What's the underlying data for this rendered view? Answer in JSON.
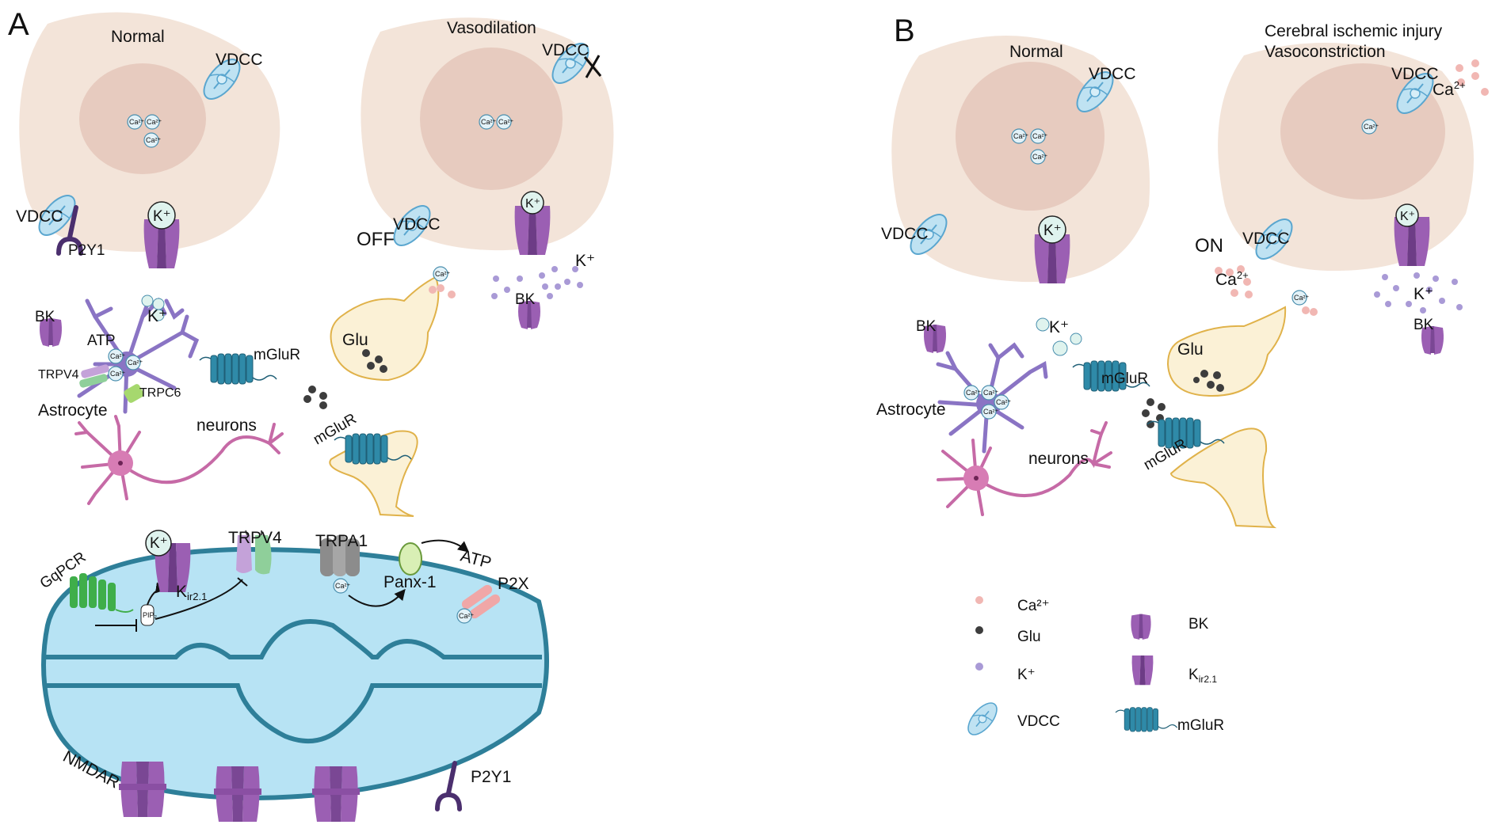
{
  "colors": {
    "cell_outer": "#f3e4d9",
    "cell_inner": "#e7cbbf",
    "vdcc_fill": "#bfe2f2",
    "vdcc_stroke": "#5aa6cf",
    "channel_purple": "#9b5fb3",
    "channel_dark": "#6d3c86",
    "astro_purple": "#8a74c4",
    "neuron_pink": "#c66aa6",
    "bouton_fill": "#fbf1d6",
    "bouton_stroke": "#e0b24a",
    "mglur_teal": "#2f8aa8",
    "mglur_dark": "#1f5f76",
    "glu_dot": "#3d3d3d",
    "k_dot": "#a99ad6",
    "ca_dot": "#f1b7b3",
    "endo_fill": "#b7e3f4",
    "endo_stroke": "#2e7f99",
    "gpcr_green": "#3fae4a",
    "trpv4_purple": "#c4a2d9",
    "trpv4_green": "#8fcf9a",
    "trpa1_gray": "#8c8c8c",
    "panx_green": "#d9efb5",
    "p2x_pink": "#f0a7a7",
    "p2y1_dark": "#4b2f6e"
  },
  "panel_a": {
    "letter": "A",
    "normal": {
      "title": "Normal",
      "vdcc_top": "VDCC",
      "vdcc_left": "VDCC",
      "p2y1": "P2Y1",
      "k_ion": "K⁺"
    },
    "vasodilation": {
      "title": "Vasodilation",
      "vdcc_top": "VDCC",
      "vdcc_left": "VDCC",
      "off": "OFF",
      "k_ion": "K⁺",
      "k_cloud": "K⁺",
      "bk": "BK"
    },
    "astro": {
      "bk": "BK",
      "atp": "ATP",
      "k": "K⁺",
      "trpv4": "TRPV4",
      "trpc6": "TRPC6",
      "astrocyte": "Astrocyte",
      "mglur_top": "mGluR",
      "neurons": "neurons",
      "glu": "Glu",
      "mglur_bottom": "mGluR"
    },
    "endothelial": {
      "gqpcr": "GqPCR",
      "pip2": "PIP₂",
      "kir": "K",
      "kir_sub": "ir2.1",
      "k_ion": "K⁺",
      "trpv4": "TRPV4",
      "trpa1": "TRPA1",
      "atp": "ATP",
      "panx": "Panx-1",
      "p2x": "P2X",
      "nmdar": "NMDAR",
      "p2y1": "P2Y1"
    },
    "ca_ion": "Ca²⁺",
    "k_small": "K⁺"
  },
  "panel_b": {
    "letter": "B",
    "normal": {
      "title": "Normal",
      "vdcc_top": "VDCC",
      "vdcc_left": "VDCC",
      "k_ion": "K⁺"
    },
    "ischemic": {
      "title_line1": "Cerebral ischemic injury",
      "title_line2": "Vasoconstriction",
      "vdcc_top": "VDCC",
      "ca_top": "Ca",
      "ca_top_sup": "2+",
      "on": "ON",
      "vdcc_left": "VDCC",
      "ca_mid": "Ca",
      "ca_mid_sup": "2+",
      "k_ion": "K⁺",
      "k_cloud": "K⁺",
      "bk": "BK"
    },
    "astro": {
      "bk": "BK",
      "k": "K⁺",
      "mglur_top": "mGluR",
      "glu": "Glu",
      "astrocyte": "Astrocyte",
      "neurons": "neurons",
      "mglur_bottom": "mGluR"
    },
    "legend": {
      "ca": "Ca²⁺",
      "glu": "Glu",
      "k": "K⁺",
      "vdcc": "VDCC",
      "bk": "BK",
      "kir": "K",
      "kir_sub": "ir2.1",
      "mglur": "mGluR"
    }
  }
}
